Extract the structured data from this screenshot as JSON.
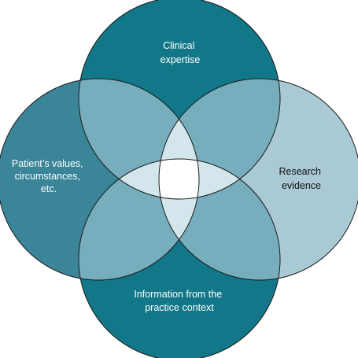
{
  "diagram": {
    "circles": [
      {
        "id": "top",
        "lines": [
          "Clinical",
          "expertise"
        ],
        "color": "#127788",
        "text_color": "#ffffff"
      },
      {
        "id": "left",
        "lines": [
          "Patient’s values,",
          "circumstances,",
          "etc."
        ],
        "color": "#3a8598",
        "text_color": "#ffffff"
      },
      {
        "id": "right",
        "lines": [
          "Research",
          "evidence"
        ],
        "color": "#a9c9d4",
        "text_color": "#111111"
      },
      {
        "id": "bottom",
        "lines": [
          "Information from the",
          "practice context"
        ],
        "color": "#127788",
        "text_color": "#ffffff"
      }
    ],
    "colors": {
      "double_overlap": "#77aebd",
      "triple_overlap": "#d3e6ec",
      "center": "#ffffff",
      "outline": "#1a1a1a"
    }
  }
}
